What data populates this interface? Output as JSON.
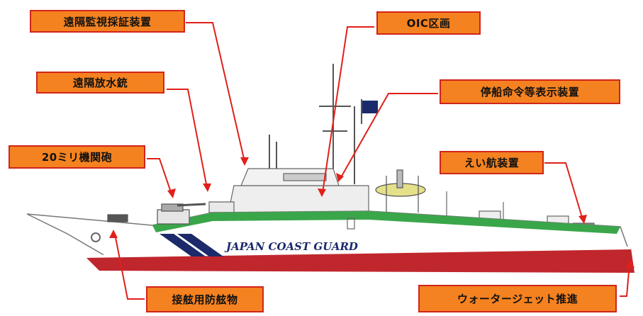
{
  "labels": {
    "camera": "遠隔監視採証装置",
    "oic": "OIC区画",
    "cannon": "遠隔放水銃",
    "stop_display": "停船命令等表示装置",
    "gun": "20ミリ機関砲",
    "towing": "えい航装置",
    "fender": "接舷用防舷物",
    "waterjet": "ウォータージェット推進"
  },
  "hull_text": "JAPAN COAST GUARD",
  "colors": {
    "label_fill": "#f58220",
    "label_border": "#d0241b",
    "leader_line": "#e0201a",
    "hull_red": "#c0272d",
    "deck_green": "#3aa64a",
    "stripe_navy": "#1c2a6b"
  }
}
